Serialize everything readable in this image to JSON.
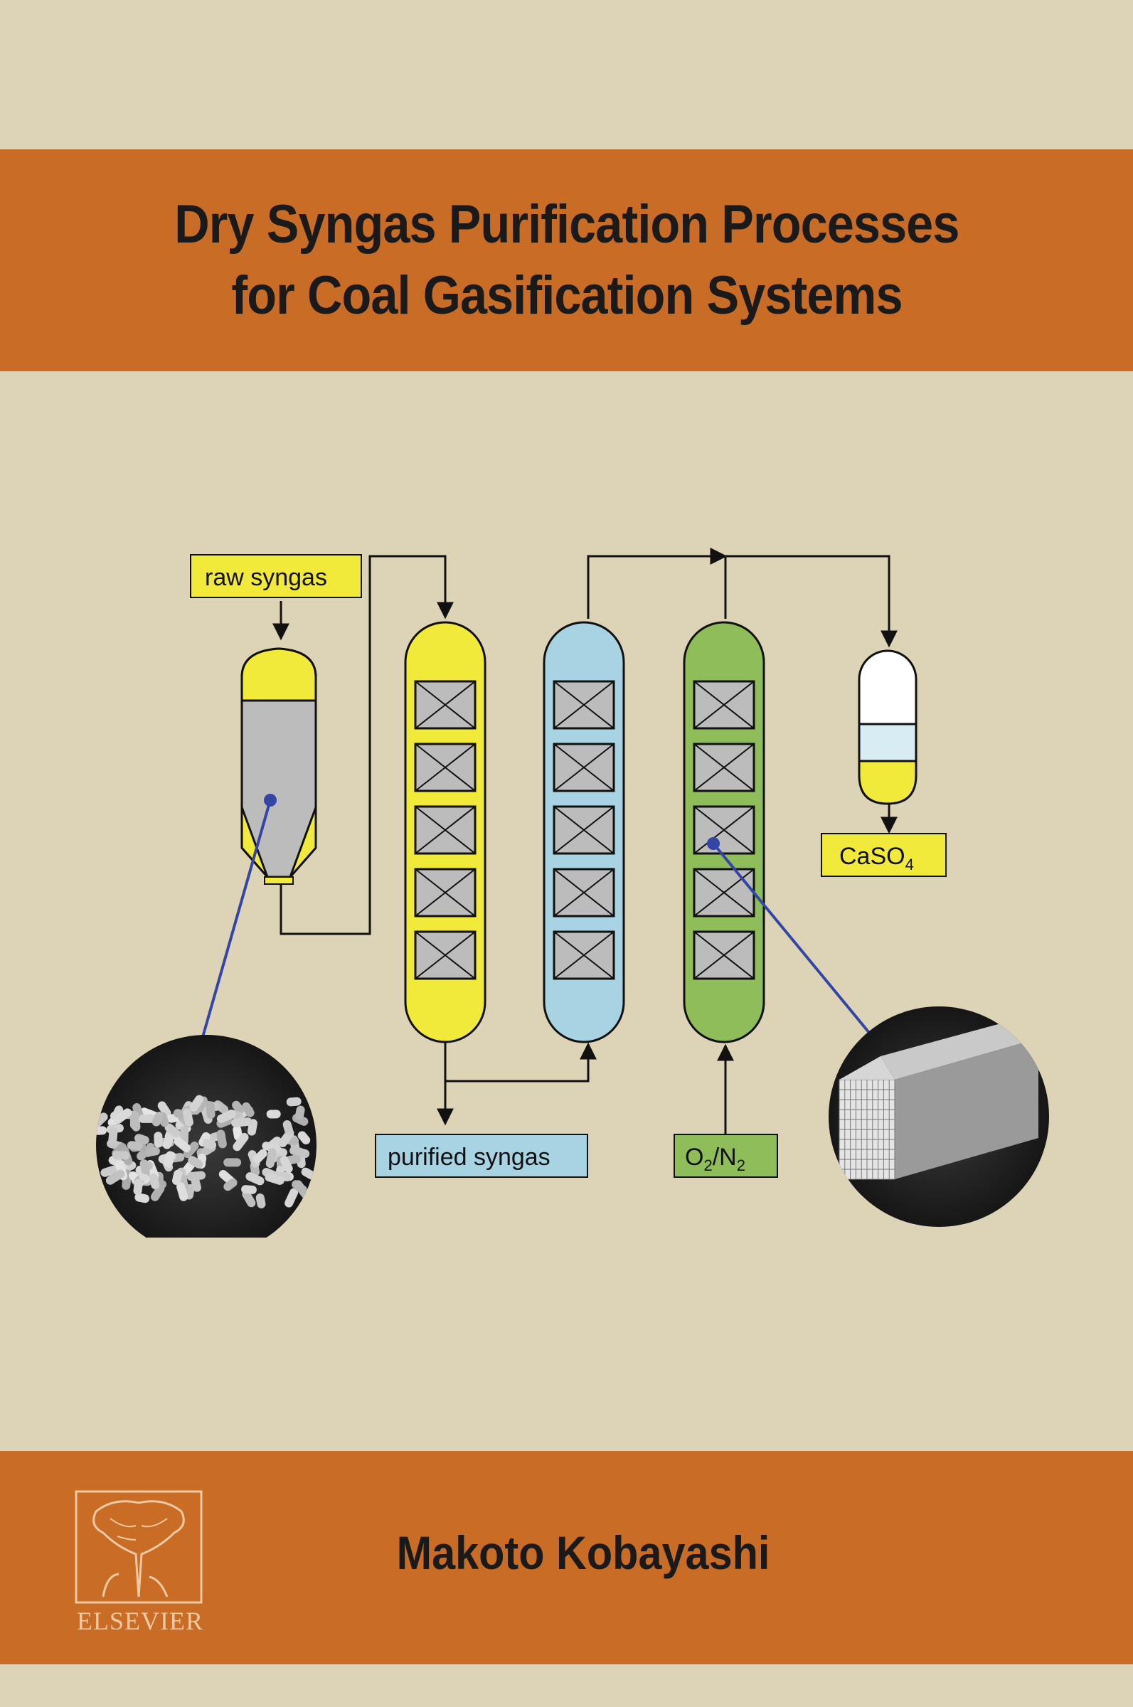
{
  "cover": {
    "title_line1": "Dry Syngas Purification Processes",
    "title_line2": "for Coal Gasification Systems",
    "author": "Makoto Kobayashi",
    "publisher": "ELSEVIER"
  },
  "diagram": {
    "labels": {
      "raw_syngas": "raw syngas",
      "purified_syngas": "purified syngas",
      "caso4_main": "CaSO",
      "caso4_sub": "4",
      "o2n2_o": "O",
      "o2n2_sub1": "2",
      "o2n2_slash": "/N",
      "o2n2_sub2": "2"
    }
  },
  "colors": {
    "background": "#ddd4b8",
    "band": "#c96c25",
    "yellow": "#f2ea3a",
    "blue": "#a8d3e3",
    "green": "#8fbd5a",
    "grey": "#bcbcbc",
    "photo_line": "#3346a6"
  }
}
